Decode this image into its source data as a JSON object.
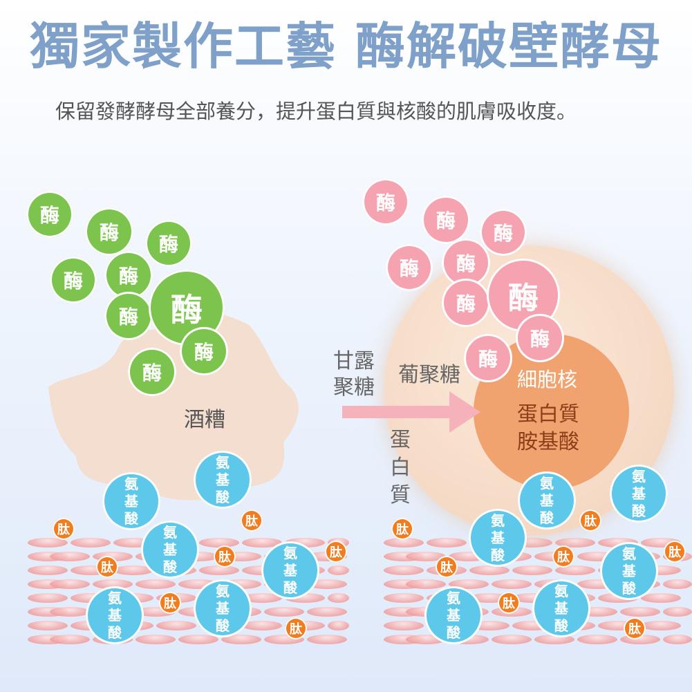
{
  "title": "獨家製作工藝 酶解破壁酵母",
  "subtitle": "保留發酵酵母全部養分，提升蛋白質與核酸的肌膚吸收度。",
  "enzyme": "酶",
  "amino": [
    "氨",
    "基",
    "酸"
  ],
  "peptide": "肽",
  "left": {
    "yeast_label": "酒糟"
  },
  "right": {
    "mannan_label": [
      "甘露",
      "聚糖"
    ],
    "glucan_label": "葡聚糖",
    "protein_label": [
      "蛋",
      "白",
      "質"
    ],
    "nucleus_title": "細胞核",
    "nucleus_lines": [
      "蛋白質",
      "胺基酸"
    ]
  },
  "colors": {
    "title": "#7fa0c8",
    "enzyme_green": "#7cc44d",
    "enzyme_pink": "#f6a3b1",
    "amino": "#5ec8ea",
    "peptide": "#f07d1f",
    "nucleus": "#f0a36f",
    "arrow": "#f6b2ba"
  }
}
